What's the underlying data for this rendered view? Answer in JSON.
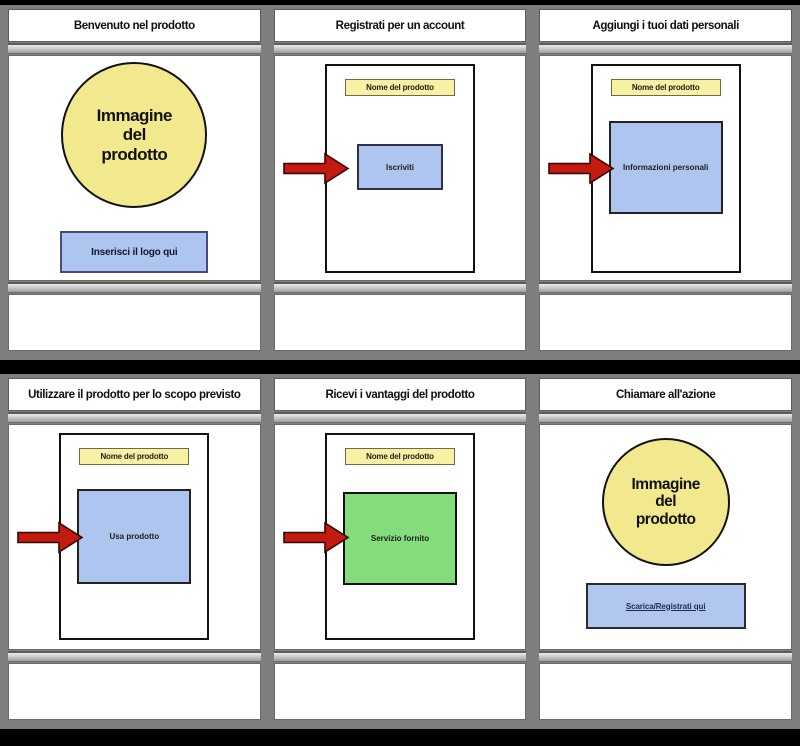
{
  "colors": {
    "frame_gray": "#7e7e7e",
    "page_black": "#000000",
    "circle_yellow": "#f2e98f",
    "appbar_yellow": "#f8f1a4",
    "box_blue": "#aec6ef",
    "box_green": "#84dc7c",
    "arrow_red": "#c41b10"
  },
  "panels": [
    {
      "title": "Benvenuto nel prodotto",
      "circle_label": "Immagine del prodotto",
      "logo_button_label": "Inserisci il logo qui",
      "notes": ""
    },
    {
      "title": "Registrati per un account",
      "app_name": "Nome del prodotto",
      "button_label": "Iscriviti",
      "notes": ""
    },
    {
      "title": "Aggiungi i tuoi dati personali",
      "app_name": "Nome del prodotto",
      "box_label": "Informazioni personali",
      "notes": ""
    },
    {
      "title": "Utilizzare il prodotto per lo scopo previsto",
      "app_name": "Nome del prodotto",
      "box_label": "Usa prodotto",
      "notes": ""
    },
    {
      "title": "Ricevi i vantaggi del prodotto",
      "app_name": "Nome del prodotto",
      "box_label": "Servizio fornito",
      "notes": ""
    },
    {
      "title": "Chiamare all'azione",
      "circle_label": "Immagine del prodotto",
      "cta_link_label": "Scarica/Registrati qui",
      "notes": ""
    }
  ]
}
